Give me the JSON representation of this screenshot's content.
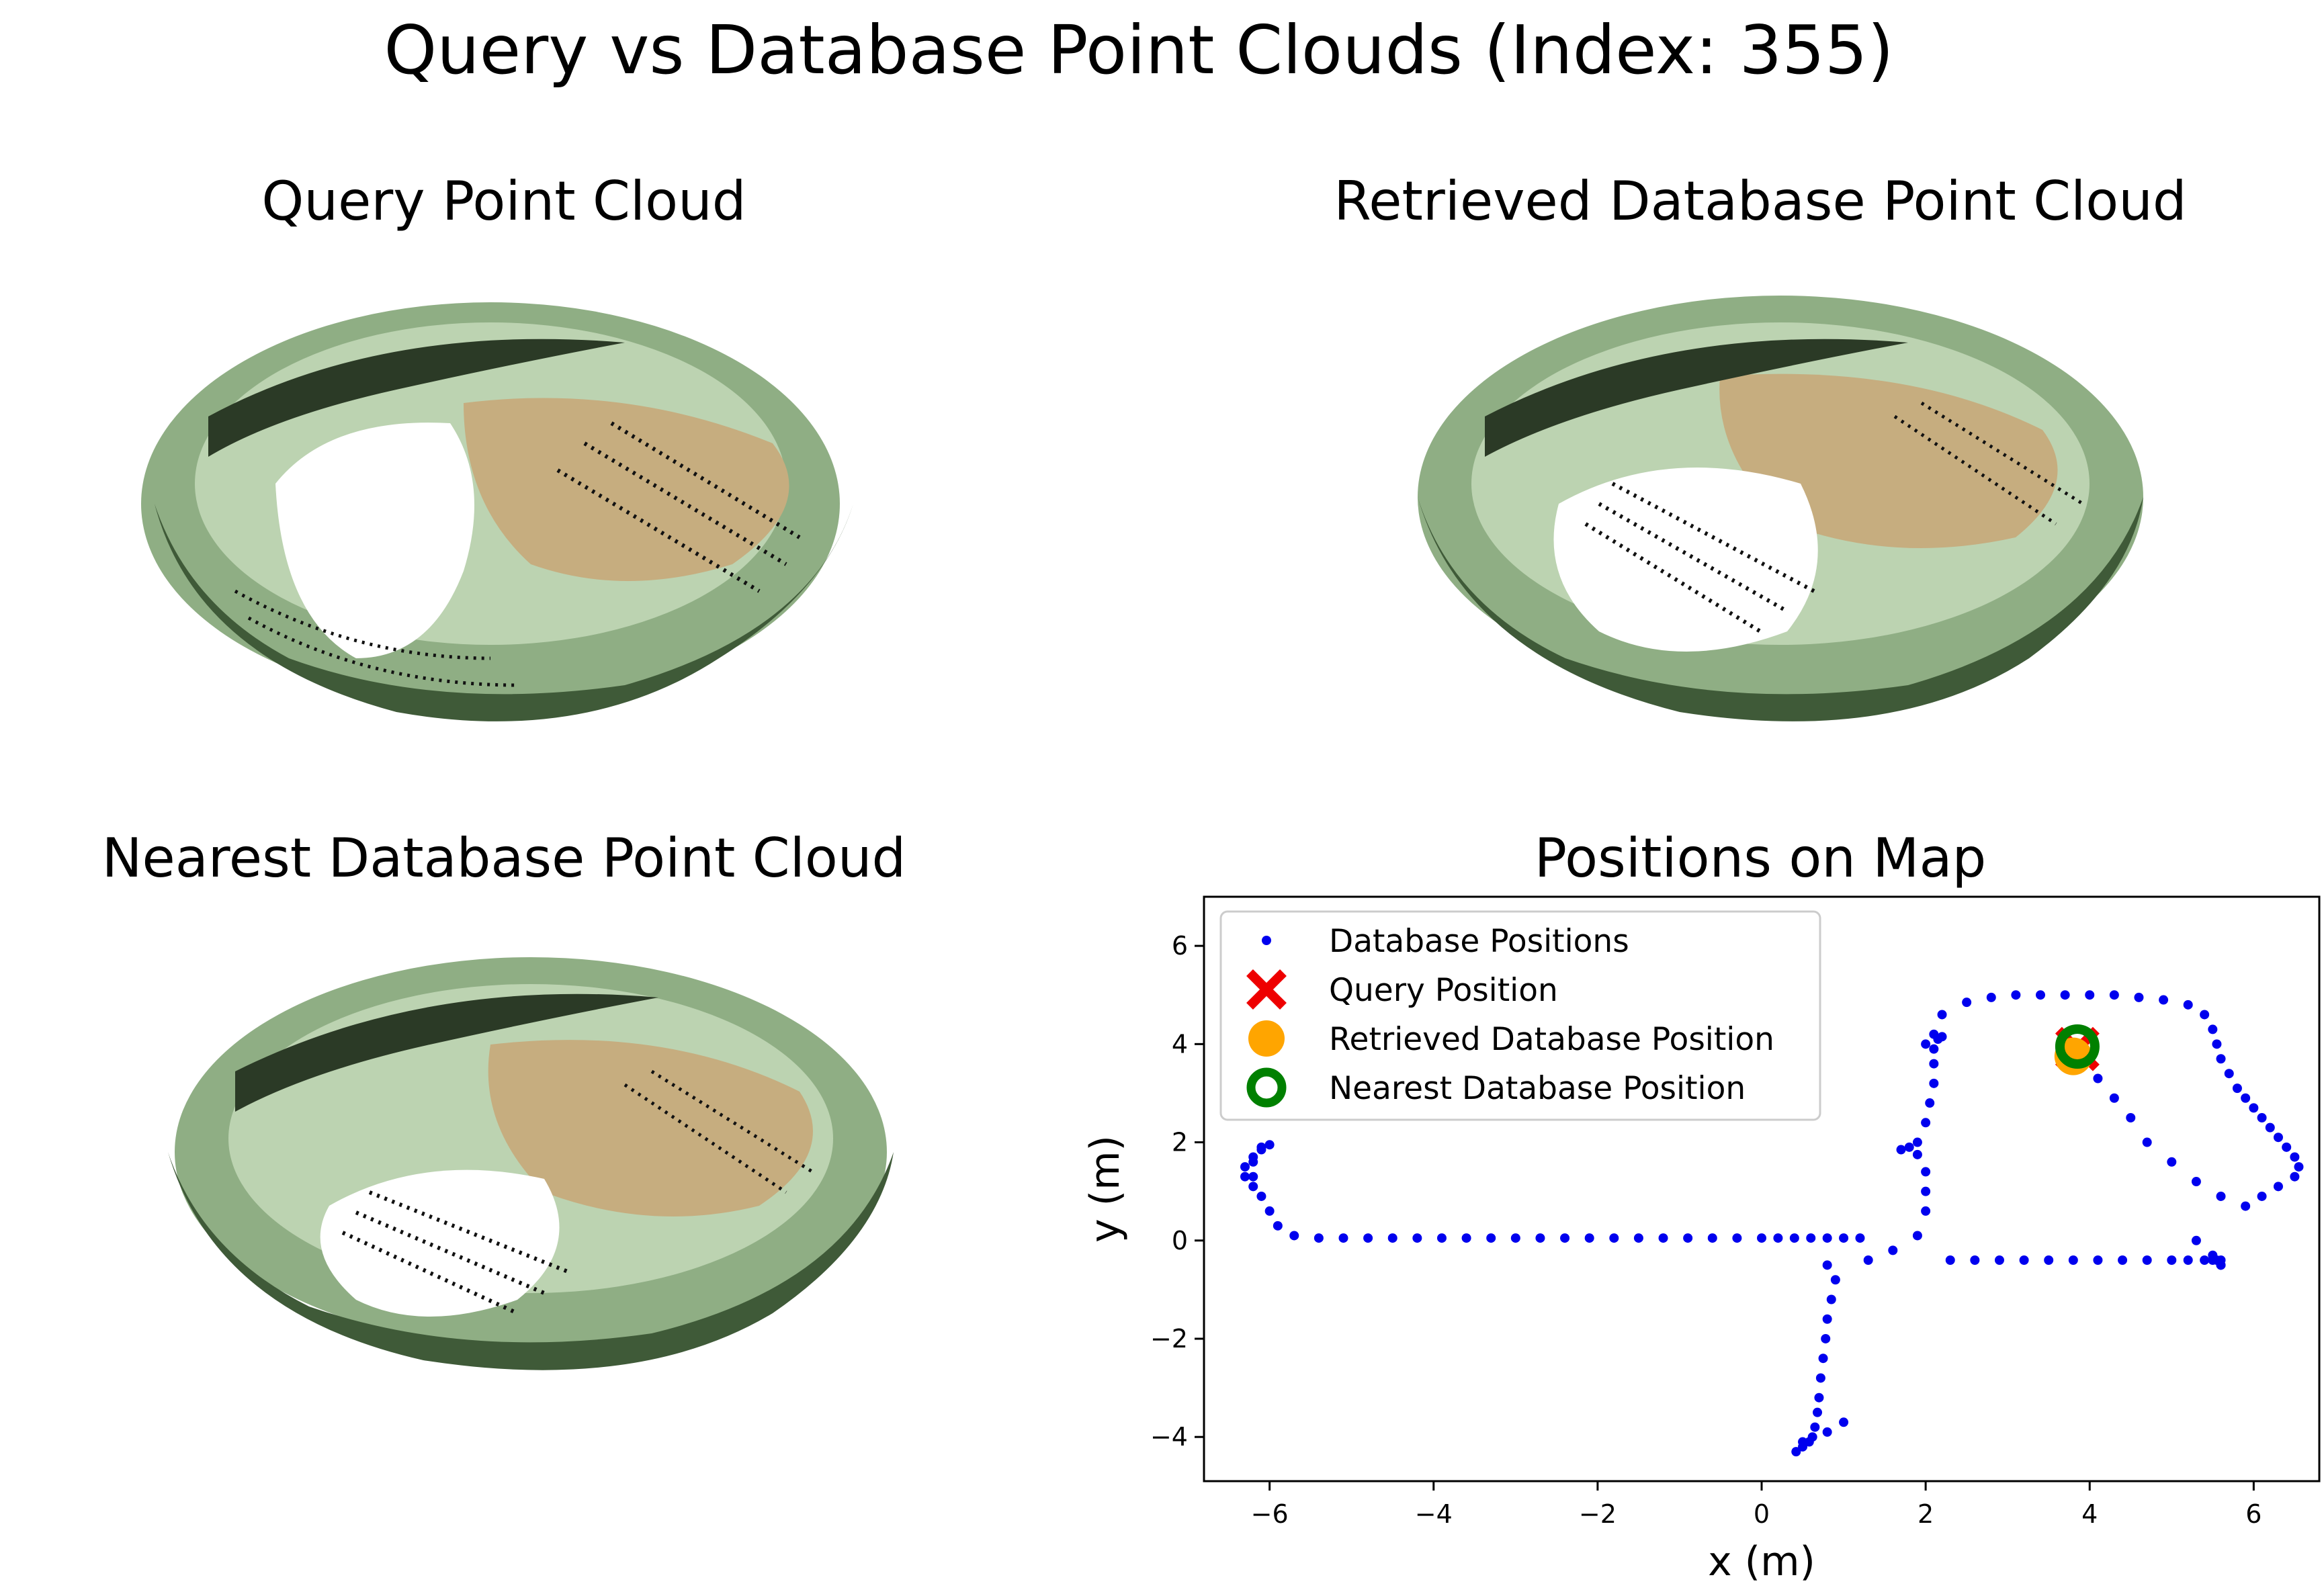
{
  "figure": {
    "suptitle": "Query vs Database Point Clouds (Index: 355)",
    "panels": {
      "query": {
        "title": "Query Point Cloud"
      },
      "retrieved": {
        "title": "Retrieved Database Point Cloud"
      },
      "nearest": {
        "title": "Nearest Database Point Cloud"
      },
      "map": {
        "title": "Positions on Map"
      }
    }
  },
  "colors": {
    "database": "#0000ee",
    "query": "#ee0000",
    "retrieved": "#ffa500",
    "nearest": "#008000",
    "cloud_light": "#cfe3c4",
    "cloud_mid": "#8fae84",
    "cloud_dark": "#2b3a26",
    "floor_tan": "#c6ad7f"
  },
  "chart_data": {
    "type": "scatter",
    "title": "Positions on Map",
    "xlabel": "x (m)",
    "ylabel": "y (m)",
    "xlim": [
      -6.8,
      6.8
    ],
    "ylim": [
      -4.9,
      7.0
    ],
    "xticks": [
      -6,
      -4,
      -2,
      0,
      2,
      4,
      6
    ],
    "yticks": [
      -4,
      -2,
      0,
      2,
      4,
      6
    ],
    "xtick_labels": [
      "−6",
      "−4",
      "−2",
      "0",
      "2",
      "4",
      "6"
    ],
    "ytick_labels": [
      "−4",
      "−2",
      "0",
      "2",
      "4",
      "6"
    ],
    "grid": false,
    "legend": {
      "position": "top-left"
    },
    "series": [
      {
        "name": "Database Positions",
        "marker": "dot",
        "x": [
          -6.2,
          -6.3,
          -6.3,
          -6.2,
          -6.1,
          -6.0,
          -6.1,
          -6.2,
          -6.2,
          -6.1,
          -6.0,
          -5.9,
          -5.7,
          -5.4,
          -5.1,
          -4.8,
          -4.5,
          -4.2,
          -3.9,
          -3.6,
          -3.3,
          -3.0,
          -2.7,
          -2.4,
          -2.1,
          -1.8,
          -1.5,
          -1.2,
          -0.9,
          -0.6,
          -0.3,
          0.0,
          0.2,
          0.4,
          0.6,
          0.8,
          1.0,
          1.2,
          0.8,
          0.9,
          0.85,
          0.8,
          0.78,
          0.75,
          0.72,
          0.7,
          0.68,
          0.65,
          0.62,
          0.58,
          0.5,
          0.42,
          0.5,
          0.8,
          1.0,
          1.3,
          1.6,
          1.9,
          2.0,
          2.0,
          2.0,
          1.9,
          1.8,
          1.7,
          1.9,
          2.0,
          2.05,
          2.1,
          2.1,
          2.1,
          2.15,
          2.2,
          2.1,
          2.0,
          2.2,
          2.5,
          2.8,
          3.1,
          3.4,
          3.7,
          4.0,
          4.3,
          4.6,
          4.9,
          5.2,
          5.4,
          5.5,
          5.55,
          5.6,
          5.7,
          5.8,
          5.9,
          6.0,
          6.1,
          6.2,
          6.3,
          6.4,
          6.5,
          6.55,
          6.5,
          6.3,
          6.1,
          5.9,
          5.6,
          5.3,
          5.0,
          4.7,
          4.5,
          4.3,
          4.1,
          3.95,
          5.3,
          5.5,
          5.6,
          5.6,
          5.6,
          5.55,
          5.5,
          5.4,
          5.2,
          5.0,
          4.7,
          4.4,
          4.1,
          3.8,
          3.5,
          3.2,
          2.9,
          2.6,
          2.3
        ],
        "y": [
          1.1,
          1.3,
          1.5,
          1.7,
          1.85,
          1.95,
          1.9,
          1.6,
          1.3,
          0.9,
          0.6,
          0.3,
          0.1,
          0.05,
          0.05,
          0.05,
          0.05,
          0.05,
          0.05,
          0.05,
          0.05,
          0.05,
          0.05,
          0.05,
          0.05,
          0.05,
          0.05,
          0.05,
          0.05,
          0.05,
          0.05,
          0.05,
          0.05,
          0.05,
          0.05,
          0.05,
          0.05,
          0.05,
          -0.5,
          -0.8,
          -1.2,
          -1.6,
          -2.0,
          -2.4,
          -2.8,
          -3.2,
          -3.5,
          -3.8,
          -4.0,
          -4.1,
          -4.2,
          -4.3,
          -4.1,
          -3.9,
          -3.7,
          -0.4,
          -0.2,
          0.1,
          0.6,
          1.0,
          1.4,
          1.75,
          1.9,
          1.85,
          2.0,
          2.4,
          2.8,
          3.2,
          3.6,
          3.9,
          4.1,
          4.15,
          4.2,
          4.0,
          4.6,
          4.85,
          4.95,
          5.0,
          5.0,
          5.0,
          5.0,
          5.0,
          4.95,
          4.9,
          4.8,
          4.6,
          4.3,
          4.0,
          3.7,
          3.4,
          3.1,
          2.9,
          2.7,
          2.5,
          2.3,
          2.1,
          1.9,
          1.7,
          1.5,
          1.3,
          1.1,
          0.9,
          0.7,
          0.9,
          1.2,
          1.6,
          2.0,
          2.5,
          2.9,
          3.3,
          3.7,
          0.0,
          -0.3,
          -0.5,
          -0.5,
          -0.4,
          -0.4,
          -0.4,
          -0.4,
          -0.4,
          -0.4,
          -0.4,
          -0.4,
          -0.4,
          -0.4,
          -0.4,
          -0.4,
          -0.4,
          -0.4,
          -0.4
        ]
      },
      {
        "name": "Query Position",
        "marker": "x",
        "x": [
          3.85
        ],
        "y": [
          3.9
        ]
      },
      {
        "name": "Retrieved Database Position",
        "marker": "circle-filled",
        "x": [
          3.8
        ],
        "y": [
          3.75
        ]
      },
      {
        "name": "Nearest Database Position",
        "marker": "circle-hollow",
        "x": [
          3.85
        ],
        "y": [
          3.95
        ]
      }
    ]
  }
}
